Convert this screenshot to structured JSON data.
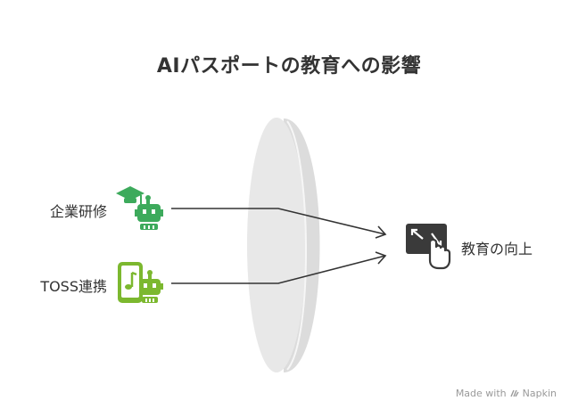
{
  "title": "AIパスポートの教育への影響",
  "inputs": [
    {
      "label": "企業研修",
      "icon": "graduation-robot-icon"
    },
    {
      "label": "TOSS連携",
      "icon": "tablet-music-robot-icon"
    }
  ],
  "output": {
    "label": "教育の向上",
    "icon": "expand-tap-icon"
  },
  "footer": {
    "made_with": "Made with",
    "brand": "Napkin"
  },
  "colors": {
    "lens": "#e6e6e6",
    "lens_edge": "#d6d6d6",
    "arrow": "#333333",
    "icon_green": "#3daa5c",
    "icon_lime": "#7cb82f",
    "icon_dark": "#3a3a3a"
  }
}
